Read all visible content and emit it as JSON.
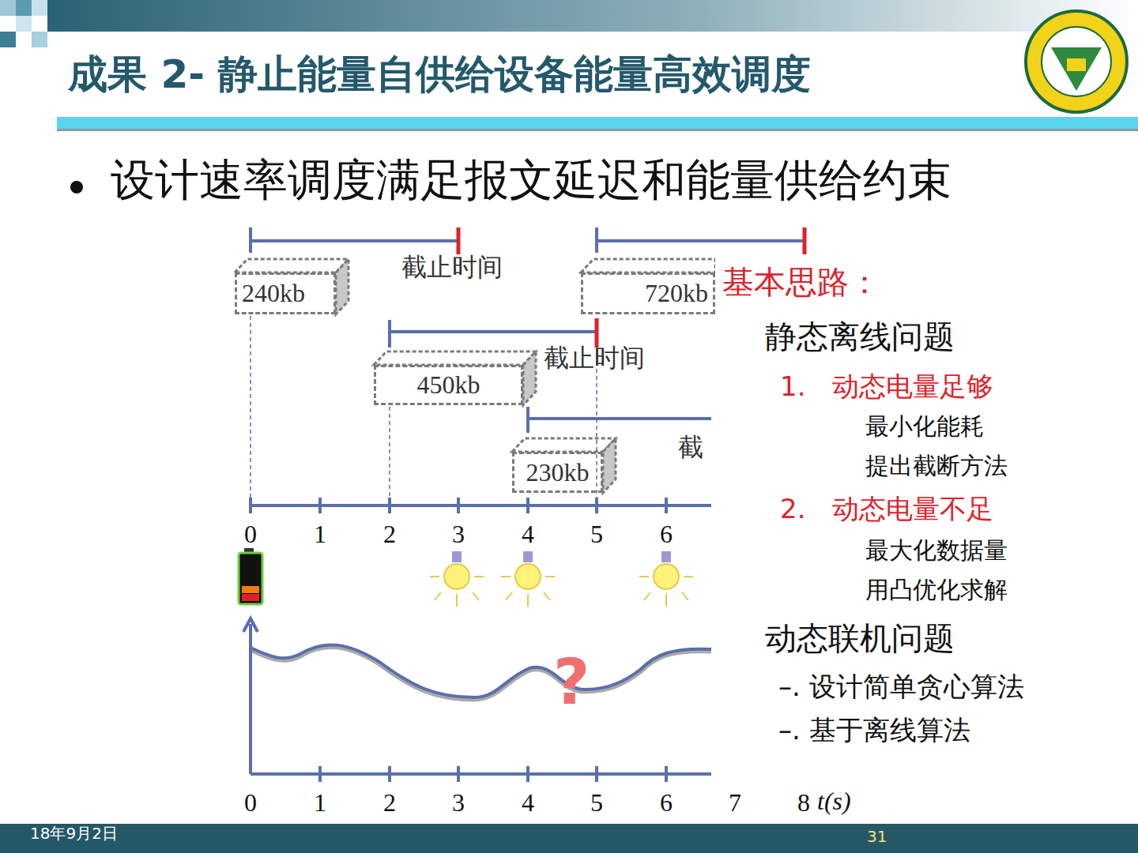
{
  "diagram": {
    "title": "成果 2- 静止能量自供给设备能量高效调度",
    "nodes": [
      {
        "text": [
          "240kb"
        ]
      },
      {
        "text": [
          "720kb"
        ]
      },
      {
        "text": [
          "450kb"
        ]
      },
      {
        "text": [
          "230kb"
        ]
      }
    ],
    "labels": [
      "设计速率调度满足报文延迟和能量供给约束",
      "截止时间",
      "截止时间",
      "截",
      "0",
      "1",
      "2",
      "3",
      "4",
      "5",
      "6",
      "0",
      "1",
      "2",
      "3",
      "4",
      "5",
      "6",
      "7",
      "8",
      "t(s)",
      "?",
      "基本思路：",
      "静态离线问题",
      "1.　动态电量足够",
      "最小化能耗",
      "提出截断方法",
      "2.　动态电量不足",
      "最大化数据量",
      "用凸优化求解",
      "动态联机问题",
      "–. 设计简单贪心算法",
      "–. 基于离线算法",
      "18年9月2日",
      "31"
    ]
  }
}
